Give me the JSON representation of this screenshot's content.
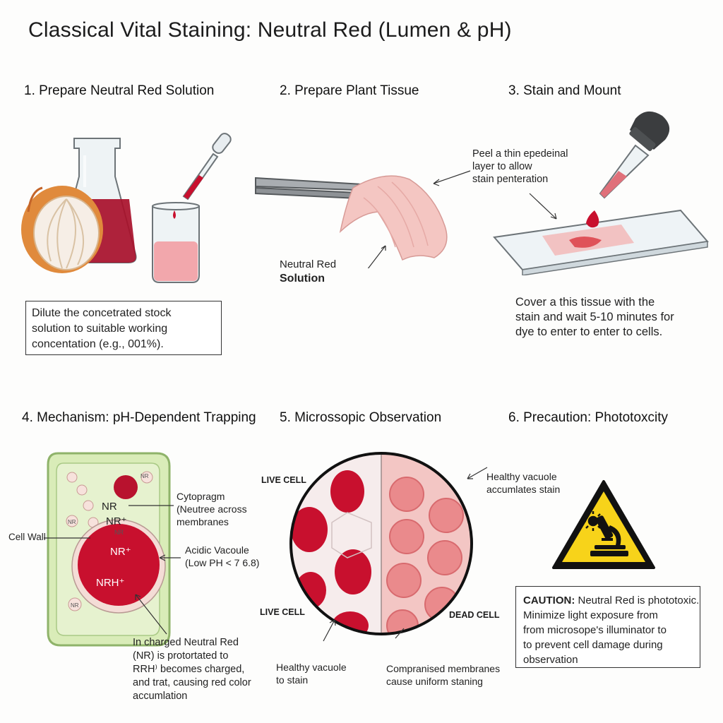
{
  "title": "Classical Vital Staining: Neutral Red (Lumen & pH)",
  "sections": {
    "s1": {
      "heading": "1. Prepare Neutral Red Solution",
      "box_lines": [
        "Dilute the concetrated stock",
        "solution to suitable working",
        "concentation (e.g., 001%)."
      ]
    },
    "s2": {
      "heading": "2. Prepare Plant Tissue",
      "label_line1": "Neutral Red",
      "label_line2": "Solution"
    },
    "s3": {
      "heading": "3. Stain and Mount",
      "peel_lines": [
        "Peel a thin epedeinal",
        "layer to allow",
        "stain penteration"
      ],
      "cover_lines": [
        "Cover a this tissue with the",
        "stain and wait 5-10 minutes for",
        "dye to enter to enter to cells."
      ]
    },
    "s4": {
      "heading": "4. Mechanism: pH-Dependent Trapping",
      "cytoplasm_lines": [
        "Cytopragm",
        "(Neutree across",
        "membranes"
      ],
      "vacuole_lines": [
        "Acidic Vacoule",
        "(Low PH < 7 6.8)"
      ],
      "cell_wall": "Cell Wall",
      "nr": "NR",
      "nr_plus": "NR⁺",
      "vac_nr_plus": "NR⁺",
      "vac_nrh_plus": "NRH⁺",
      "small_nr": "NR",
      "bottom_lines": [
        "In charged Neutral Red",
        "(NR) is protortated to",
        "RRH⁾ becomes charged,",
        "and trat, causing red color",
        "accumlation"
      ]
    },
    "s5": {
      "heading": "5. Microssopic Observation",
      "live_cell_top": "LIVE CELL",
      "live_cell_bottom": "LIVE CELL",
      "dead_cell": "DEAD CELL",
      "healthy_top_lines": [
        "Healthy vacuole",
        "accumlates stain"
      ],
      "healthy_bottom_lines": [
        "Healthy vacuole",
        "to stain"
      ],
      "compromised_lines": [
        "Compranised membranes",
        "cause uniform staning"
      ]
    },
    "s6": {
      "heading": "6. Precaution: Phototoxcity",
      "caution_label": "CAUTION:",
      "caution_first": "Neutral Red is phototoxic.",
      "caution_lines": [
        "Minimize light exposure from",
        "from microsope's illuminator to",
        "to prevent cell damage during",
        "observation"
      ]
    }
  },
  "colors": {
    "stain_red": "#c8102e",
    "dark_red": "#8e0f22",
    "cell_green": "#d9ecb8",
    "warning_yellow": "#f7d31a",
    "tissue_pink": "#f4c6c2"
  }
}
